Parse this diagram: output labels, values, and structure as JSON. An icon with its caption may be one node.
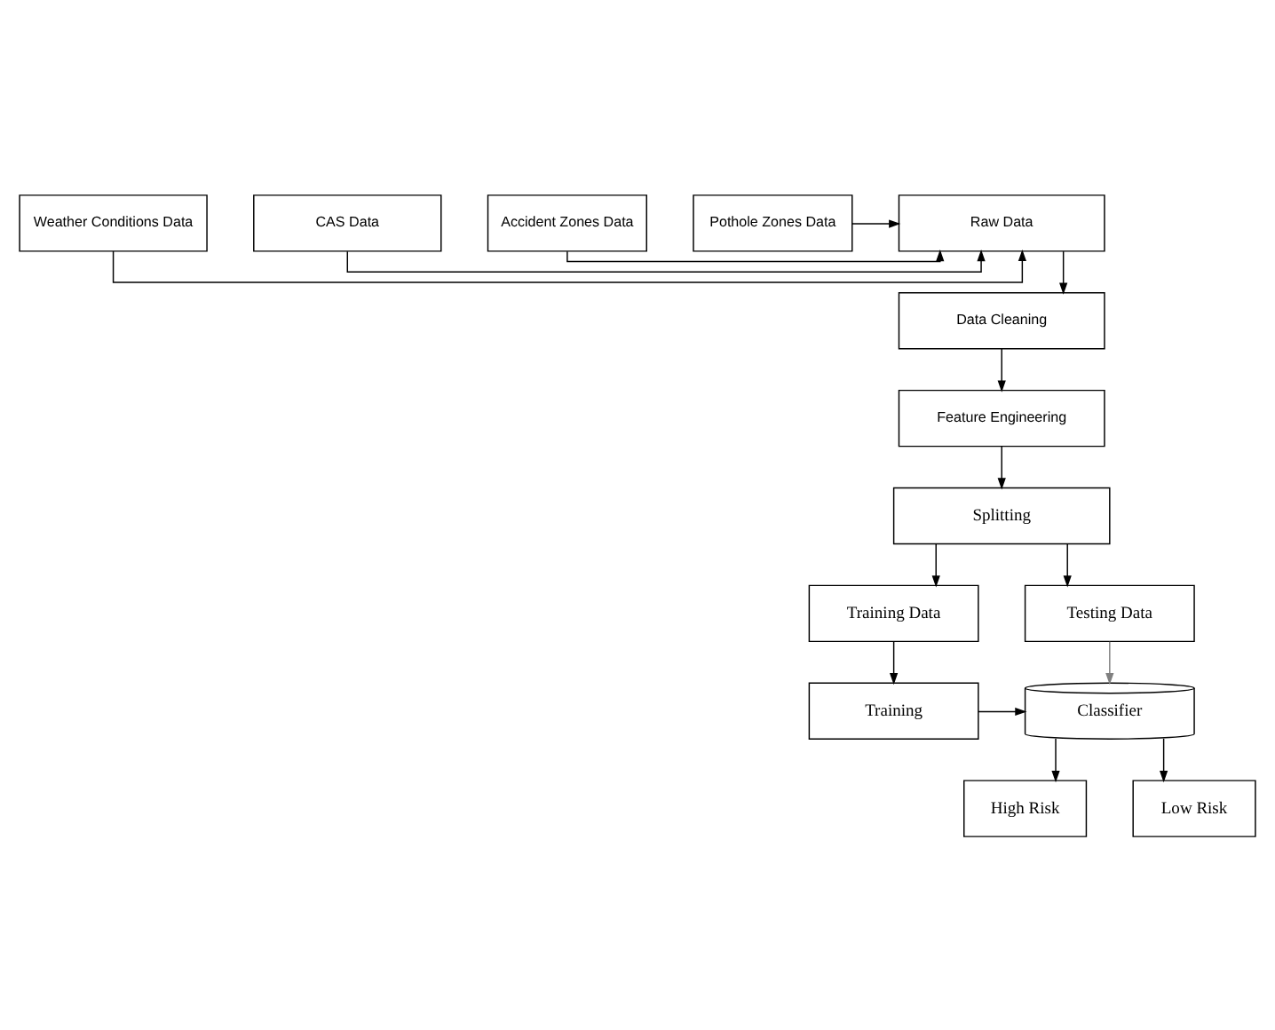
{
  "diagram": {
    "nodes": [
      {
        "text": [
          "Weather Conditions Data"
        ]
      },
      {
        "text": [
          "CAS Data"
        ]
      },
      {
        "text": [
          "Raw Data"
        ]
      },
      {
        "text": [
          "Accident Zones Data"
        ]
      },
      {
        "text": [
          "Pothole Zones Data"
        ]
      },
      {
        "text": [
          "Data Cleaning"
        ]
      },
      {
        "text": [
          "Feature Engineering"
        ]
      },
      {
        "text": [
          "Splitting"
        ]
      },
      {
        "text": [
          "Training Data"
        ]
      },
      {
        "text": [
          "Testing Data"
        ]
      },
      {
        "text": [
          "Training"
        ]
      },
      {
        "text": [
          "Classifier"
        ]
      },
      {
        "text": [
          "High Risk"
        ]
      },
      {
        "text": [
          "Low Risk"
        ]
      }
    ],
    "edges": [
      {
        "from": 0,
        "to": 2,
        "arrow": "to"
      },
      {
        "from": 1,
        "to": 2,
        "arrow": "to"
      },
      {
        "from": 3,
        "to": 2,
        "arrow": "to"
      },
      {
        "from": 4,
        "to": 2,
        "arrow": "to"
      },
      {
        "from": 2,
        "to": 5,
        "arrow": "to"
      },
      {
        "from": 5,
        "to": 6,
        "arrow": "to"
      },
      {
        "from": 6,
        "to": 7,
        "arrow": "to"
      },
      {
        "from": 7,
        "to": 8,
        "arrow": "to"
      },
      {
        "from": 7,
        "to": 9,
        "arrow": "to"
      },
      {
        "from": 8,
        "to": 10,
        "arrow": "to"
      },
      {
        "from": 9,
        "to": 11,
        "arrow": "to",
        "color": "#808080"
      },
      {
        "from": 10,
        "to": 11,
        "arrow": "to"
      },
      {
        "from": 11,
        "to": 12,
        "arrow": "to"
      },
      {
        "from": 11,
        "to": 13,
        "arrow": "to"
      }
    ]
  }
}
